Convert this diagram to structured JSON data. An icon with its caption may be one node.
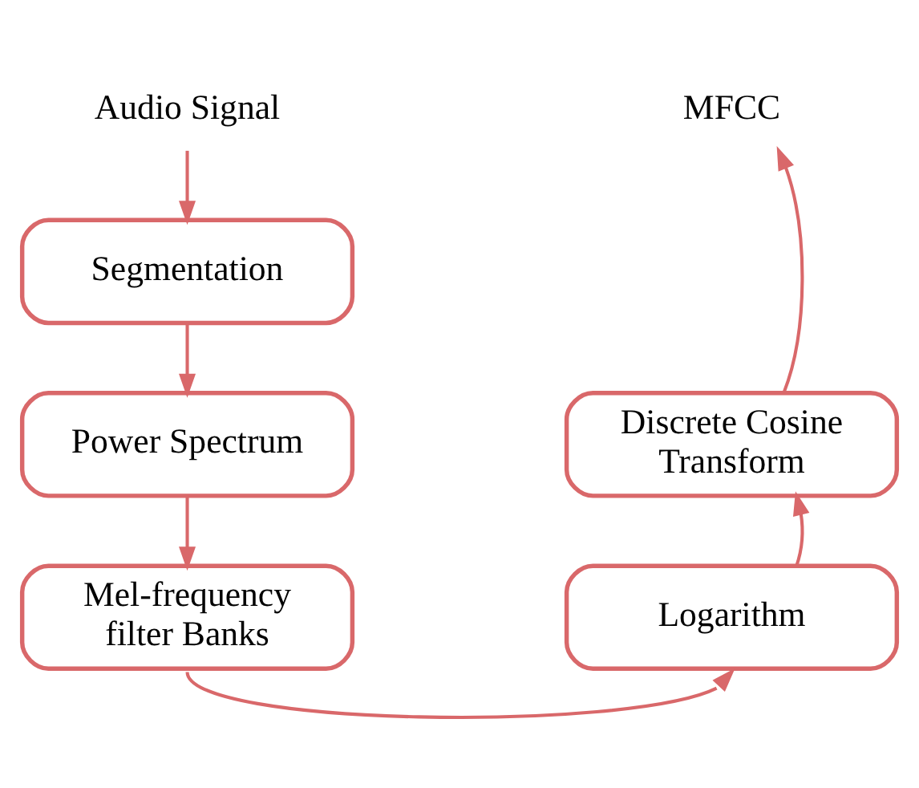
{
  "diagram": {
    "nodes": [
      {
        "text": [
          "Audio Signal"
        ]
      },
      {
        "text": [
          "Segmentation"
        ]
      },
      {
        "text": [
          "Power Spectrum"
        ]
      },
      {
        "text": [
          "Mel-frequency filter Banks"
        ]
      },
      {
        "text": [
          "Logarithm"
        ]
      },
      {
        "text": [
          "Discrete Cosine Transform"
        ]
      },
      {
        "text": [
          "MFCC"
        ]
      }
    ],
    "edges": [
      {
        "from": 0,
        "to": 1,
        "arrow": "to"
      },
      {
        "from": 1,
        "to": 2,
        "arrow": "to"
      },
      {
        "from": 2,
        "to": 3,
        "arrow": "to"
      },
      {
        "from": 3,
        "to": 4,
        "arrow": "to"
      },
      {
        "from": 4,
        "to": 5,
        "arrow": "to"
      },
      {
        "from": 5,
        "to": 6,
        "arrow": "to"
      }
    ]
  }
}
